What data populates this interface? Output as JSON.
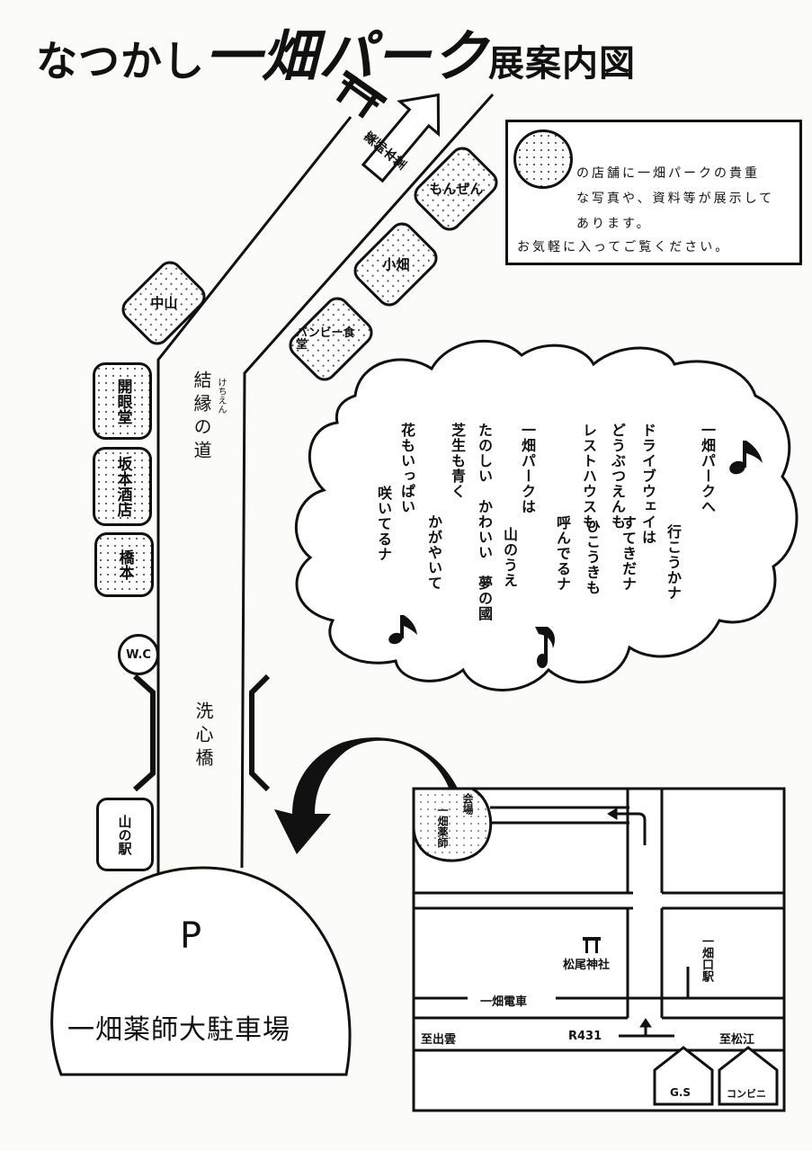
{
  "title": {
    "prefix": "なつかし",
    "highlight": "一畑パーク",
    "suffix": "展案内図"
  },
  "notice": {
    "legend_symbol": "dotted-circle",
    "lines": [
      "の店舗に一畑パークの貴重",
      "な写真や、資料等が展示して",
      "あります。",
      "お気軽に入ってご覧ください。"
    ]
  },
  "direction_arrow": {
    "label": "薬師本堂"
  },
  "gate_icon": "torii-gate-icon",
  "shops": {
    "right_side": [
      "もんぜん",
      "小畑",
      "バンビー食堂"
    ],
    "left_diagonal": [
      "中山"
    ],
    "left_column": [
      "開眼堂",
      "坂本酒店",
      "橋本"
    ],
    "restroom": "W.C",
    "station": "山の駅"
  },
  "roads": {
    "main_path": "結縁の道",
    "main_path_ruby": "けちえん",
    "bridge": "洗心橋"
  },
  "song": {
    "lines": [
      {
        "text": "一畑パークへ",
        "offset": 0
      },
      {
        "text": "行こうかナ",
        "offset": 7
      },
      {
        "text": "ドライブウェイは",
        "offset": 0
      },
      {
        "text": "すてきだナ",
        "offset": 9
      },
      {
        "text": "どうぶつえんも",
        "offset": 0
      },
      {
        "text": "ひこうきも",
        "offset": 9
      },
      {
        "text": "レストハウスも",
        "offset": 0
      },
      {
        "text": "呼んでるナ",
        "offset": 5
      },
      {
        "text": "一畑パークは",
        "offset": 0
      },
      {
        "text": "山のうえ",
        "offset": 7
      },
      {
        "text": "たのしい　かわいい　夢の國",
        "offset": 0
      },
      {
        "text": "芝生も青く",
        "offset": 0
      },
      {
        "text": "かがやいて",
        "offset": 6
      },
      {
        "text": "花もいっぱい",
        "offset": 0
      },
      {
        "text": "咲いてるナ",
        "offset": 4
      }
    ],
    "note_icon": "music-note-icon"
  },
  "parking": {
    "symbol": "P",
    "name": "一畑薬師大駐車場"
  },
  "inset_map": {
    "venue": "一畑薬師",
    "venue_tag": "会場",
    "shrine": "松尾神社",
    "station": "一畑口駅",
    "railway": "一畑電車",
    "route": "R431",
    "to_west": "至出雲",
    "to_east": "至松江",
    "buildings": [
      "G.S",
      "コンビニ"
    ]
  }
}
